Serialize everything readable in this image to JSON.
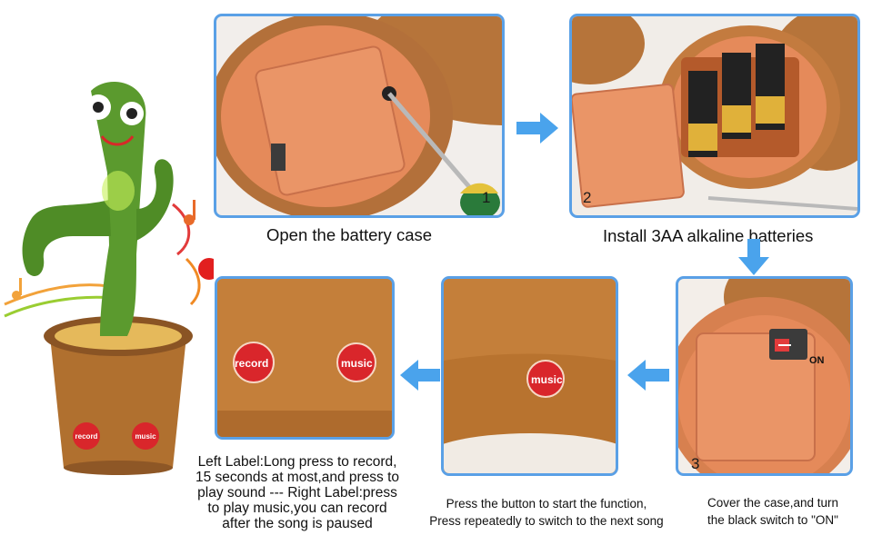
{
  "steps": [
    {
      "number": "1",
      "caption": "Open the battery case"
    },
    {
      "number": "2",
      "caption": "Install 3AA alkaline batteries"
    },
    {
      "number": "3",
      "caption_lines": [
        "Cover the case,and turn",
        "the black switch to \"ON\""
      ]
    }
  ],
  "function_caption_lines": [
    "Press the button to start the function,",
    "Press repeatedly to switch to the next song"
  ],
  "labels_caption_lines": [
    "Left Label:Long press to record,",
    "15 seconds at most,and press to",
    "play sound --- Right Label:press",
    "to play music,you can record",
    "after the song is paused"
  ],
  "buttons": {
    "record": "record",
    "music": "music"
  },
  "switch_label": "ON",
  "colors": {
    "panel_border": "#5aa0e6",
    "arrow": "#4aa3ec",
    "button_red": "#d9262b",
    "plush_orange": "#c47f3a",
    "case_orange": "#e58a5a",
    "cactus_green": "#5b9a2e"
  }
}
